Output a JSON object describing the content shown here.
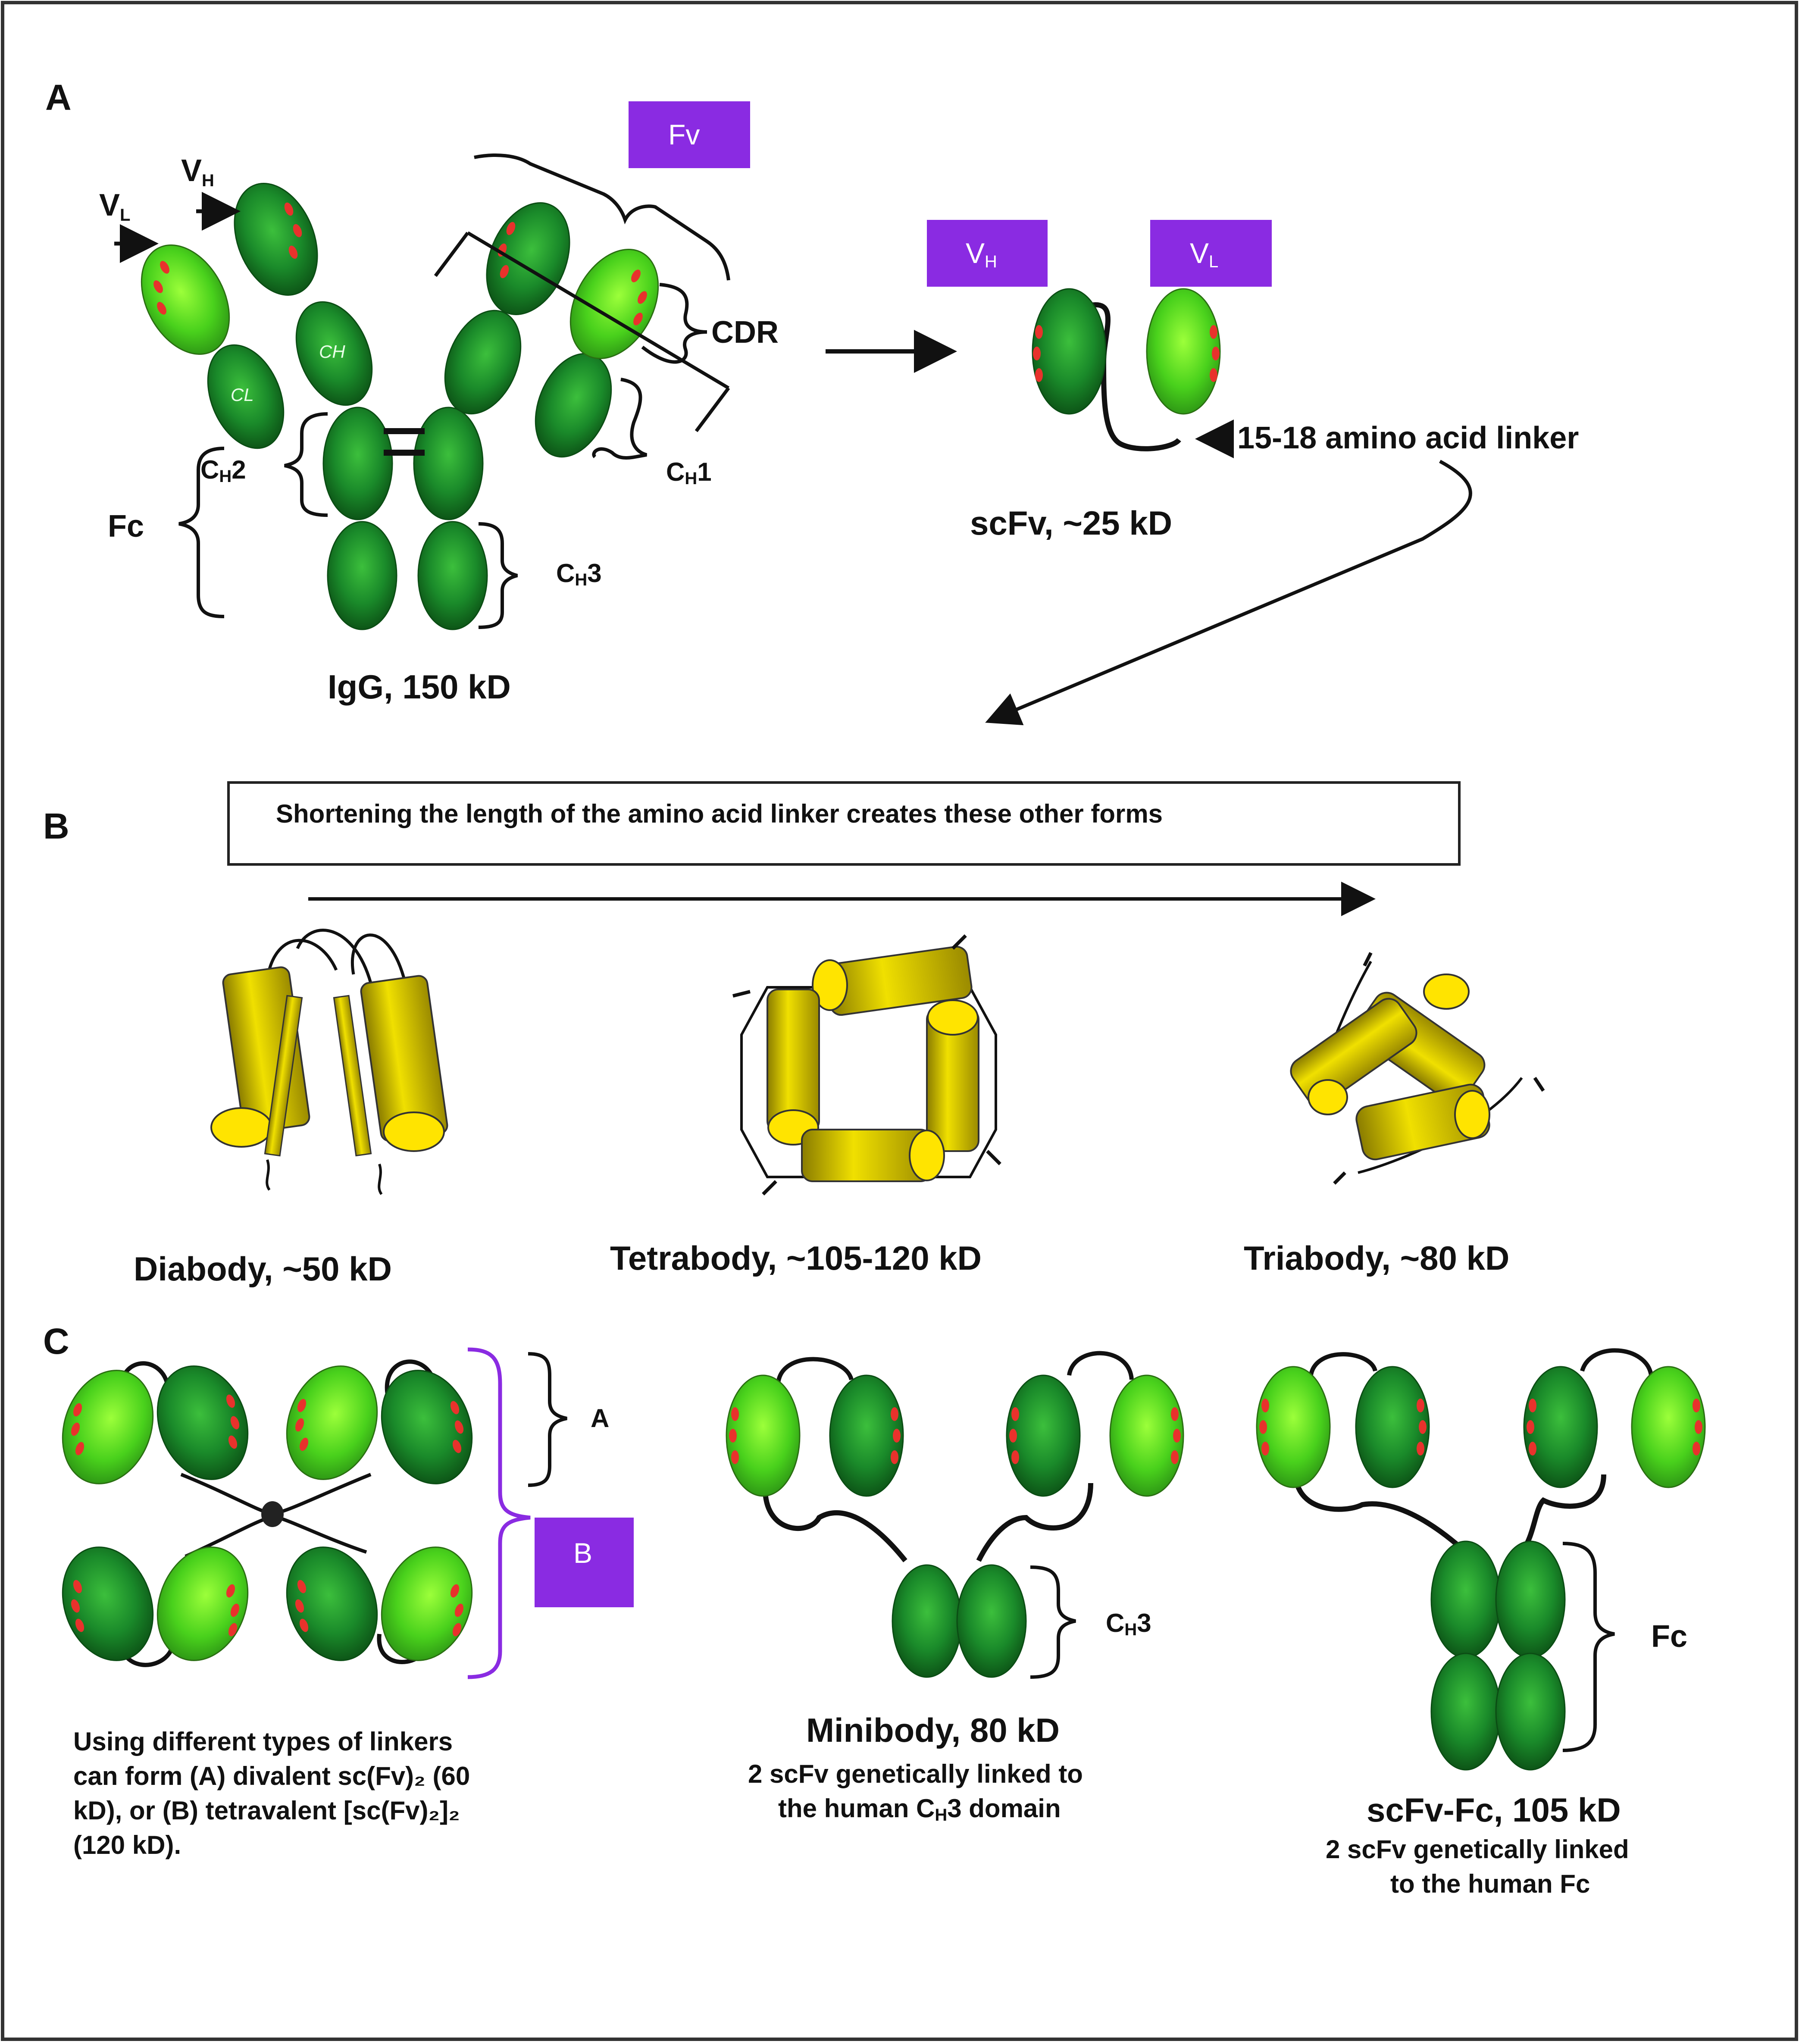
{
  "colors": {
    "dark_green": "#1a7a2a",
    "light_green": "#4fd11f",
    "cdr_red": "#e8322c",
    "purple": "#8a2be2",
    "yellow": "#e2d200",
    "border": "#333333"
  },
  "panel_a": {
    "letter": "A",
    "igg": {
      "vl_label": "V",
      "vl_sub": "L",
      "vh_label": "V",
      "vh_sub": "H",
      "ch_inner": "CH",
      "cl_inner": "CL",
      "fv_box": "Fv",
      "cdr_label": "CDR",
      "ch1_label": "C",
      "ch1_sub": "H",
      "ch1_num": "1",
      "ch2_label": "C",
      "ch2_sub": "H",
      "ch2_num": "2",
      "ch3_label": "C",
      "ch3_sub": "H",
      "ch3_num": "3",
      "fc_label": "Fc",
      "caption": "IgG, 150 kD"
    },
    "scfv": {
      "vh_box": "V",
      "vh_sub": "H",
      "vl_box": "V",
      "vl_sub": "L",
      "linker_label": "15-18 amino acid linker",
      "caption": "scFv,  ~25 kD"
    }
  },
  "panel_b": {
    "letter": "B",
    "banner": "Shortening the length of the amino acid linker creates these other forms",
    "diabody_caption": "Diabody,  ~50 kD",
    "tetrabody_caption": "Tetrabody,  ~105-120 kD",
    "triabody_caption": "Triabody,  ~80 kD"
  },
  "panel_c": {
    "letter": "C",
    "brace_a_label": "A",
    "box_b_label": "B",
    "linker_text": [
      "Using different types of linkers",
      "can form (A) divalent sc(Fv)₂ (60",
      "kD), or (B) tetravalent [sc(Fv)₂]₂",
      "(120 kD)."
    ],
    "minibody": {
      "ch3_label": "C",
      "ch3_sub": "H",
      "ch3_num": "3",
      "title": "Minibody, 80 kD",
      "desc1": "2 scFv genetically linked to",
      "desc2_pre": "the human C",
      "desc2_sub": "H",
      "desc2_post": "3 domain"
    },
    "scfv_fc": {
      "fc_label": "Fc",
      "title": "scFv-Fc, 105 kD",
      "desc1": "2 scFv genetically linked",
      "desc2": "to the human Fc"
    }
  }
}
